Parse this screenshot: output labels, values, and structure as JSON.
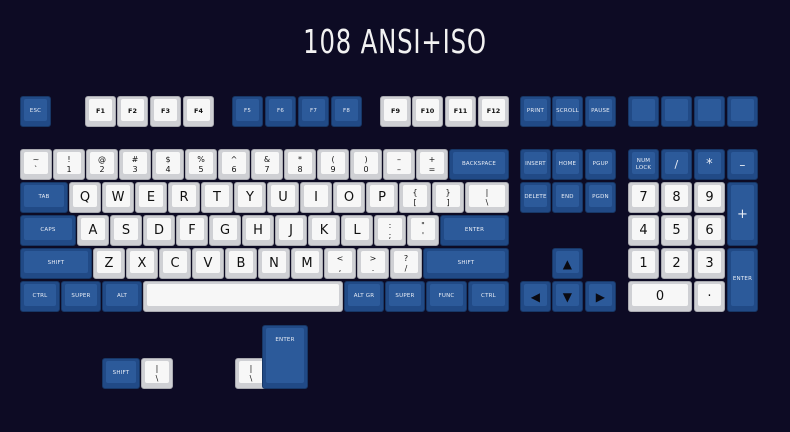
{
  "title": "108 ANSI+ISO",
  "colors": {
    "background": "#0d0b24",
    "blue_key": "#2c5a9a",
    "white_key": "#f7f7f7"
  },
  "keys": {
    "esc": "ESC",
    "f1": "F1",
    "f2": "F2",
    "f3": "F3",
    "f4": "F4",
    "f5": "F5",
    "f6": "F6",
    "f7": "F7",
    "f8": "F8",
    "f9": "F9",
    "f10": "F10",
    "f11": "F11",
    "f12": "F12",
    "print": "PRINT",
    "scroll": "SCROLL",
    "pause": "PAUSE",
    "grave_top": "~",
    "grave_bot": "`",
    "n1_top": "!",
    "n1_bot": "1",
    "n2_top": "@",
    "n2_bot": "2",
    "n3_top": "#",
    "n3_bot": "3",
    "n4_top": "$",
    "n4_bot": "4",
    "n5_top": "%",
    "n5_bot": "5",
    "n6_top": "^",
    "n6_bot": "6",
    "n7_top": "&",
    "n7_bot": "7",
    "n8_top": "*",
    "n8_bot": "8",
    "n9_top": "(",
    "n9_bot": "9",
    "n0_top": ")",
    "n0_bot": "0",
    "minus_top": "–",
    "minus_bot": "–",
    "equal_top": "+",
    "equal_bot": "=",
    "backspace": "BACKSPACE",
    "insert": "INSERT",
    "home": "HOME",
    "pgup": "PGUP",
    "numlock": "NUM LOCK",
    "np_slash": "/",
    "np_star": "*",
    "np_minus": "–",
    "tab": "TAB",
    "q": "Q",
    "w": "W",
    "e": "E",
    "r": "R",
    "t": "T",
    "y": "Y",
    "u": "U",
    "i": "I",
    "o": "O",
    "p": "P",
    "lbracket_top": "{",
    "lbracket_bot": "[",
    "rbracket_top": "}",
    "rbracket_bot": "]",
    "backslash_top": "|",
    "backslash_bot": "\\",
    "delete": "DELETE",
    "end": "END",
    "pgdn": "PGDN",
    "np7": "7",
    "np8": "8",
    "np9": "9",
    "np_plus": "+",
    "caps": "CAPS",
    "a": "A",
    "s": "S",
    "d": "D",
    "f": "F",
    "g": "G",
    "h": "H",
    "j": "J",
    "k": "K",
    "l": "L",
    "semicolon_top": ":",
    "semicolon_bot": ";",
    "quote_top": "\"",
    "quote_bot": "'",
    "enter": "ENTER",
    "np4": "4",
    "np5": "5",
    "np6": "6",
    "lshift": "SHIFT",
    "z": "Z",
    "x": "X",
    "c": "C",
    "v": "V",
    "b": "B",
    "n": "N",
    "m": "M",
    "comma_top": "<",
    "comma_bot": ",",
    "period_top": ">",
    "period_bot": ".",
    "slash_top": "?",
    "slash_bot": "/",
    "rshift": "SHIFT",
    "up": "▲",
    "np1": "1",
    "np2": "2",
    "np3": "3",
    "np_enter": "ENTER",
    "lctrl": "CTRL",
    "lsuper": "SUPER",
    "lalt": "ALT",
    "altgr": "ALT GR",
    "rsuper": "SUPER",
    "func": "FUNC",
    "rctrl": "CTRL",
    "left": "◀",
    "down": "▼",
    "right": "▶",
    "np0": "0",
    "np_dot": "·",
    "iso_shift": "SHIFT",
    "iso_pipe_top": "|",
    "iso_pipe_bot": "\\",
    "iso_pipe2_top": "|",
    "iso_pipe2_bot": "\\",
    "iso_enter": "ENTER"
  }
}
